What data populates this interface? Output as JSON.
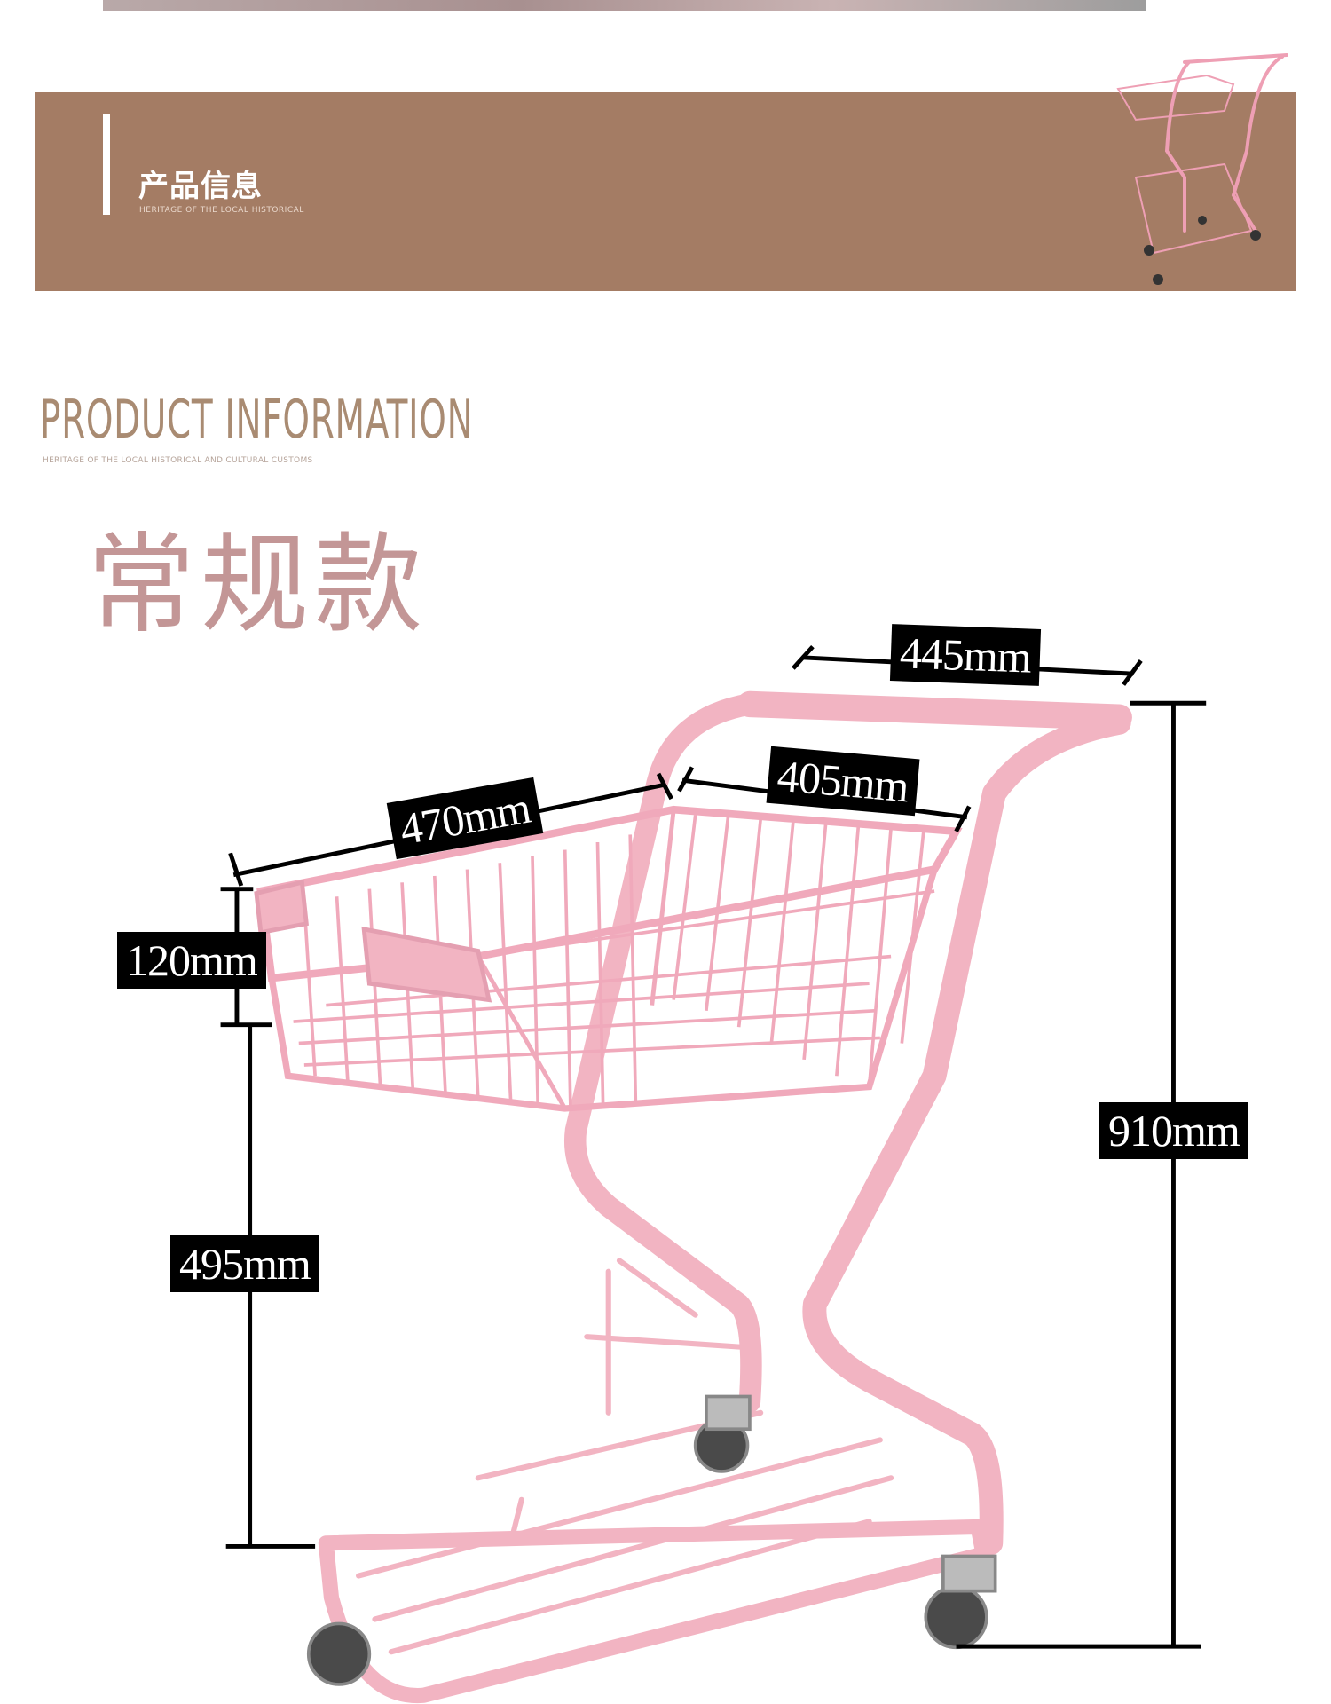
{
  "banner": {
    "title": "产品信息",
    "subtitle": "HERITAGE OF THE LOCAL HISTORICAL",
    "color": "#a47c64"
  },
  "section": {
    "title": "PRODUCT INFORMATION",
    "subtitle": "HERITAGE OF THE LOCAL HISTORICAL AND CULTURAL CUSTOMS"
  },
  "product": {
    "model": "常规款",
    "color": "#f0b7c0"
  },
  "dimensions": {
    "handle_width": "445mm",
    "basket_length": "470mm",
    "basket_width": "405mm",
    "basket_depth": "120mm",
    "basket_height": "495mm",
    "total_height": "910mm"
  }
}
